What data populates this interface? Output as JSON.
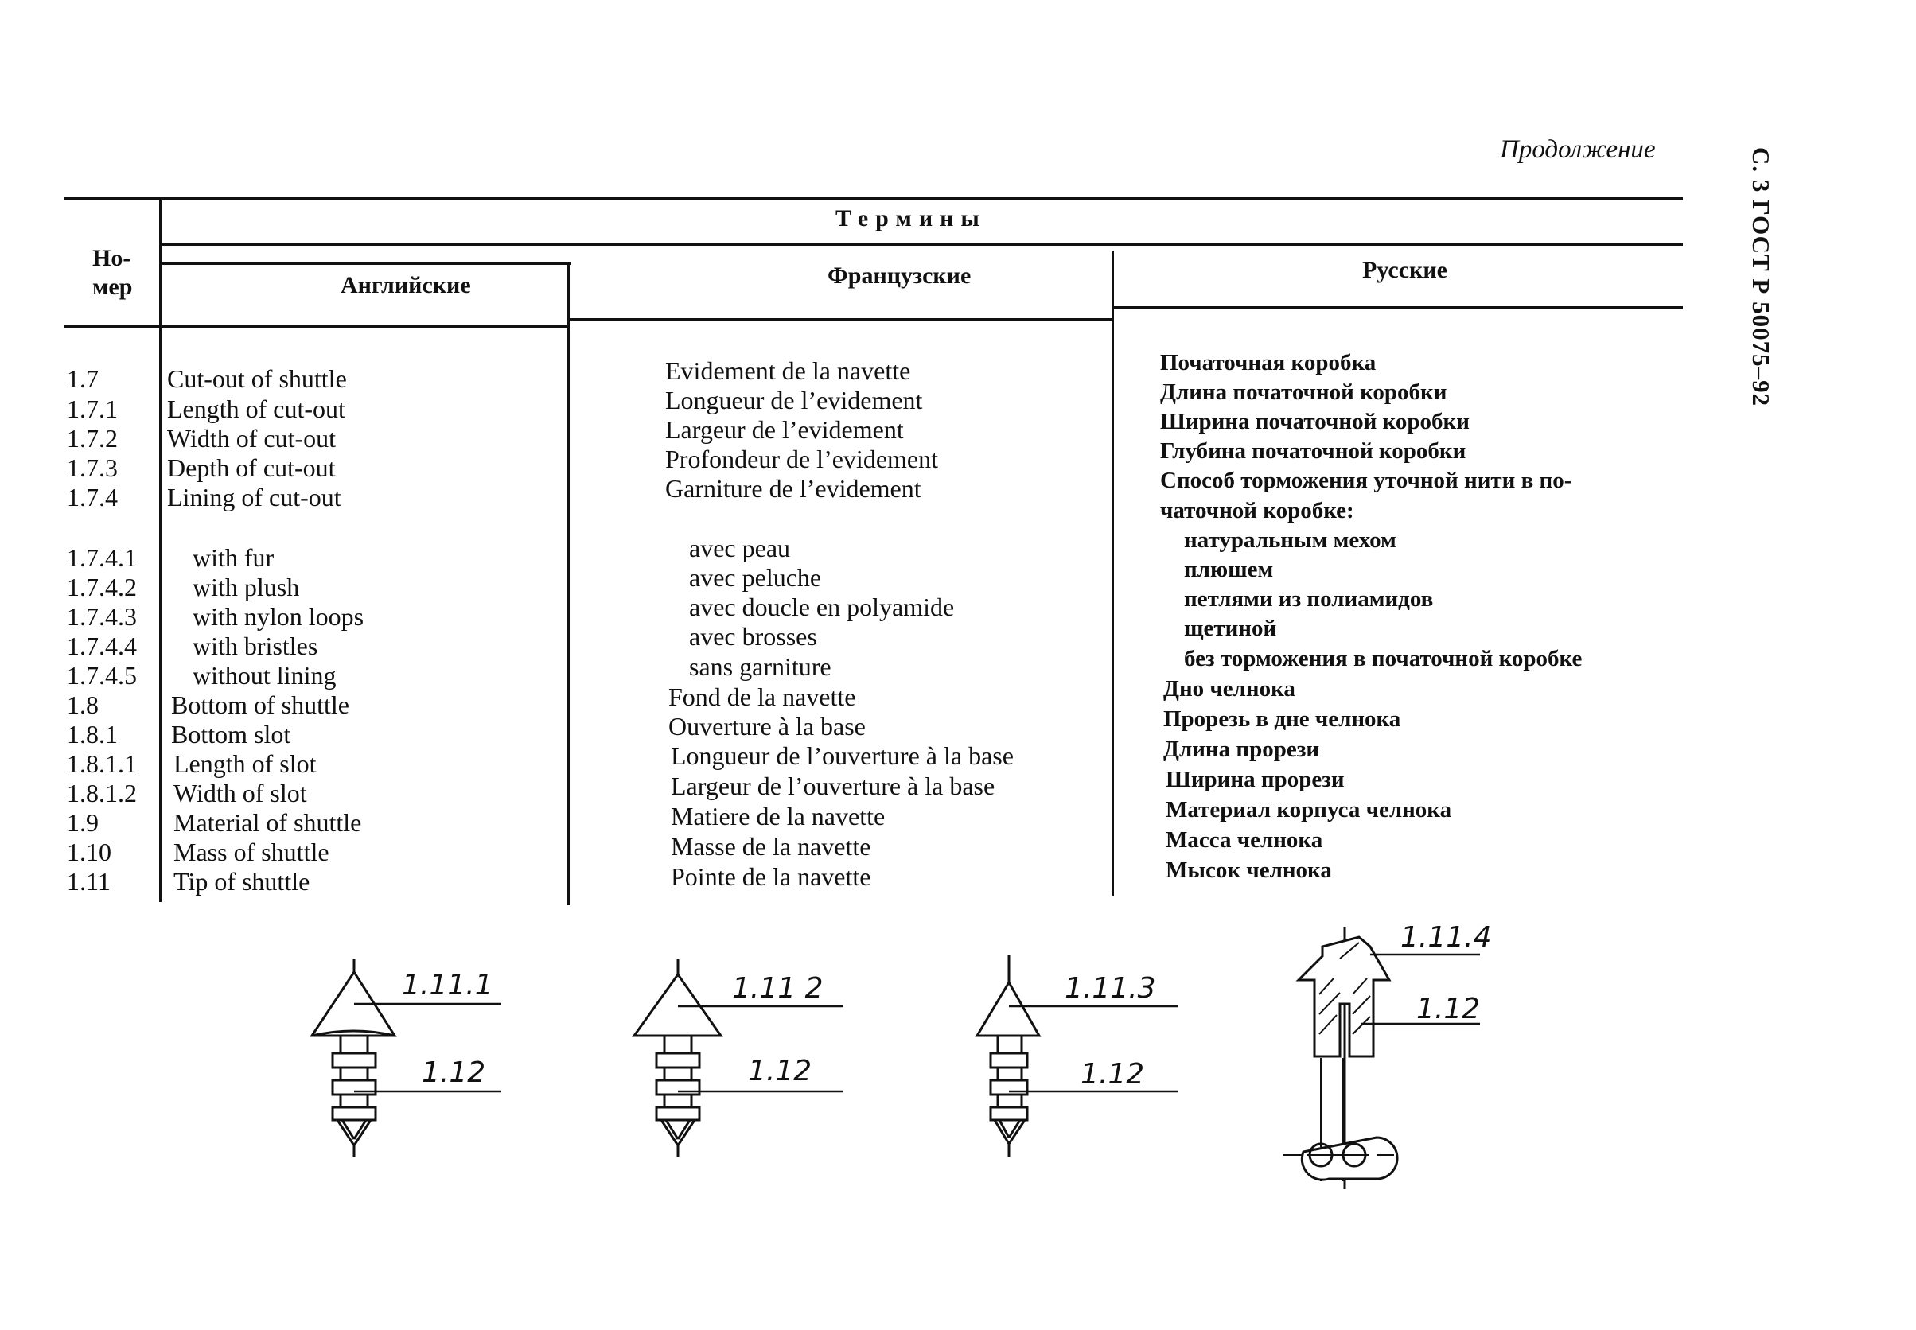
{
  "header": {
    "continuation": "Продолжение",
    "side_label": "С. 3 ГОСТ Р 50075–92"
  },
  "table": {
    "col_number": "Но-\nмер",
    "col_terms": "Термины",
    "col_english": "Английские",
    "col_french": "Французские",
    "col_russian": "Русские",
    "rows": [
      {
        "num": "1.7",
        "en": "Cut-out of shuttle",
        "fr": "Evidement de la navette",
        "ru": "Початочная коробка"
      },
      {
        "num": "1.7.1",
        "en": "Length of cut-out",
        "fr": "Longueur de l’evidement",
        "ru": "Длина початочной коробки"
      },
      {
        "num": "1.7.2",
        "en": "Width of cut-out",
        "fr": "Largeur de l’evidement",
        "ru": "Ширина початочной коробки"
      },
      {
        "num": "1.7.3",
        "en": "Depth of cut-out",
        "fr": "Profondeur de l’evidement",
        "ru": "Глубина початочной коробки"
      },
      {
        "num": "1.7.4",
        "en": "Lining of cut-out",
        "fr": "Garniture de l’evidement",
        "ru": "Способ торможения уточной нити в по-",
        "ru2": "чаточной коробке:"
      },
      {
        "num": "1.7.4.1",
        "en": "with fur",
        "fr": "avec peau",
        "ru": "натуральным мехом"
      },
      {
        "num": "1.7.4.2",
        "en": "with plush",
        "fr": "avec peluche",
        "ru": "плюшем"
      },
      {
        "num": "1.7.4.3",
        "en": "with nylon loops",
        "fr": "avec doucle en polyamide",
        "ru": "петлями из полиамидов"
      },
      {
        "num": "1.7.4.4",
        "en": "with bristles",
        "fr": "avec brosses",
        "ru": "щетиной"
      },
      {
        "num": "1.7.4.5",
        "en": "without lining",
        "fr": "sans garniture",
        "ru": "без торможения в початочной коробке"
      },
      {
        "num": "1.8",
        "en": "Bottom of shuttle",
        "fr": "Fond de la navette",
        "ru": "Дно челнока"
      },
      {
        "num": "1.8.1",
        "en": "Bottom slot",
        "fr": "Ouverture à la base",
        "ru": "Прорезь в дне челнока"
      },
      {
        "num": "1.8.1.1",
        "en": "Length of slot",
        "fr": "Longueur de l’ouverture à la base",
        "ru": "Длина прорези"
      },
      {
        "num": "1.8.1.2",
        "en": "Width of slot",
        "fr": "Largeur de l’ouverture à la base",
        "ru": "Ширина прорези"
      },
      {
        "num": "1.9",
        "en": "Material of shuttle",
        "fr": "Matiere de la navette",
        "ru": "Материал корпуса челнока"
      },
      {
        "num": "1.10",
        "en": "Mass of shuttle",
        "fr": "Masse de la navette",
        "ru": "Масса челнока"
      },
      {
        "num": "1.11",
        "en": "Tip of shuttle",
        "fr": "Pointe de la navette",
        "ru": "Мысок челнока"
      }
    ]
  },
  "figures": [
    {
      "tip_label": "1.11.1",
      "base_label": "1.12"
    },
    {
      "tip_label": "1.11 2",
      "base_label": "1.12"
    },
    {
      "tip_label": "1.11.3",
      "base_label": "1.12"
    },
    {
      "tip_label": "1.11.4",
      "base_label": "1.12"
    }
  ]
}
